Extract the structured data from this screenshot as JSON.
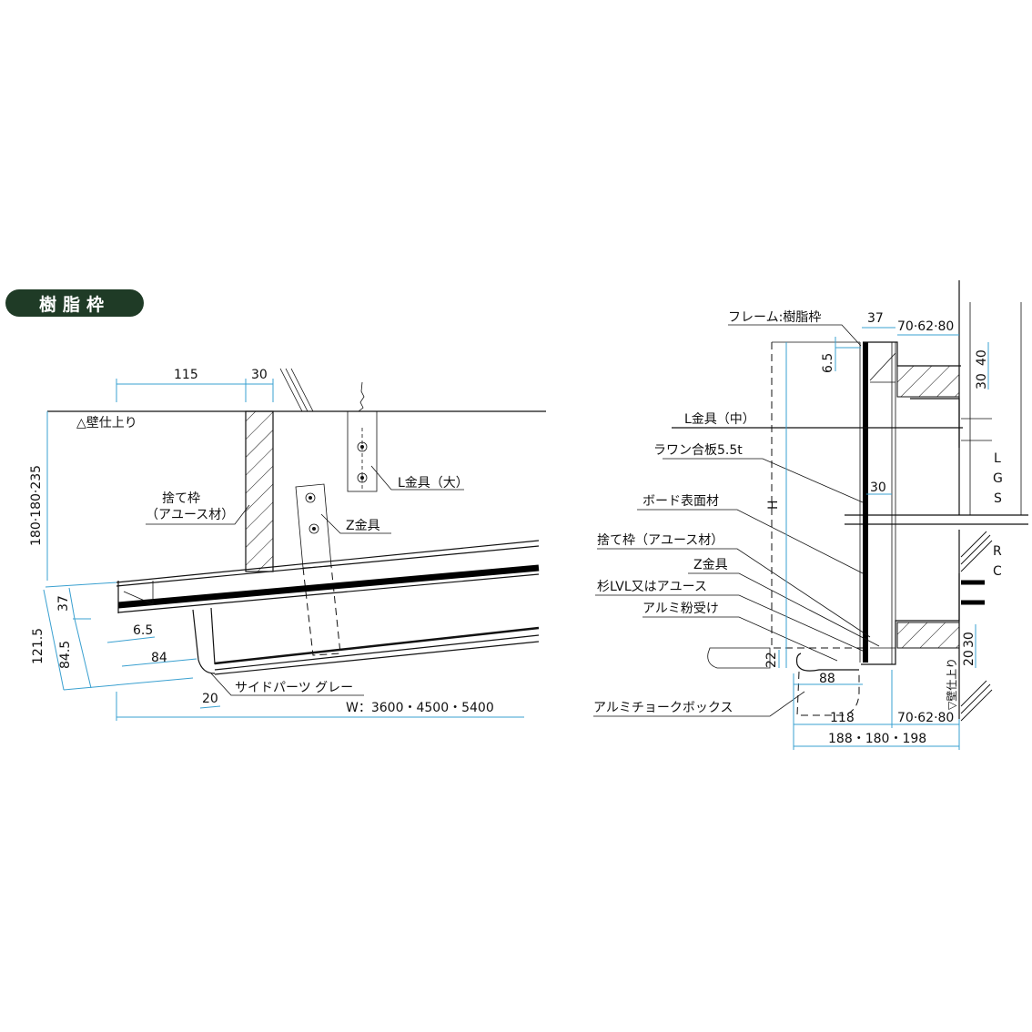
{
  "section_badge": {
    "label": "樹脂枠",
    "color": "#1f3b26"
  },
  "left_view": {
    "wall_finish_label": "△壁仕上り",
    "dims": {
      "top_115": "115",
      "top_30": "30",
      "height_range": "180·180·235",
      "total_1215": "121.5",
      "d37": "37",
      "d845": "84.5",
      "d65": "6.5",
      "d84": "84",
      "d20": "20",
      "width": "W：3600・4500・5400"
    },
    "labels": {
      "sute_waku_1": "捨て枠",
      "sute_waku_2": "（アユース材）",
      "l_bracket_large": "L金具（大）",
      "z_bracket": "Z金具",
      "side_parts": "サイドパーツ グレー"
    }
  },
  "right_view": {
    "labels": {
      "frame": "フレーム:樹脂枠",
      "l_bracket_mid": "L金具（中）",
      "lauan_plywood": "ラワン合板5.5t",
      "board_surface": "ボード表面材",
      "sute_waku": "捨て枠（アユース材）",
      "z_bracket": "Z金具",
      "sugi_lvl": "杉LVL又はアユース",
      "alumi_tray": "アルミ粉受け",
      "chalk_box": "アルミチョークボックス",
      "lgs": [
        "L",
        "G",
        "S"
      ],
      "rc": [
        "R",
        "C"
      ],
      "wall_finish": "▽壁仕上り"
    },
    "dims": {
      "d37": "37",
      "top_depth": "70·62·80",
      "d65": "6.5",
      "d40": "40",
      "d30_top": "30",
      "d30_mid": "30",
      "h": "H",
      "d22": "22",
      "d88": "88",
      "d118": "118",
      "bottom_depth": "70·62·80",
      "total_depth": "188・180・198",
      "d30_bot": "30",
      "d20_bot": "20"
    }
  }
}
